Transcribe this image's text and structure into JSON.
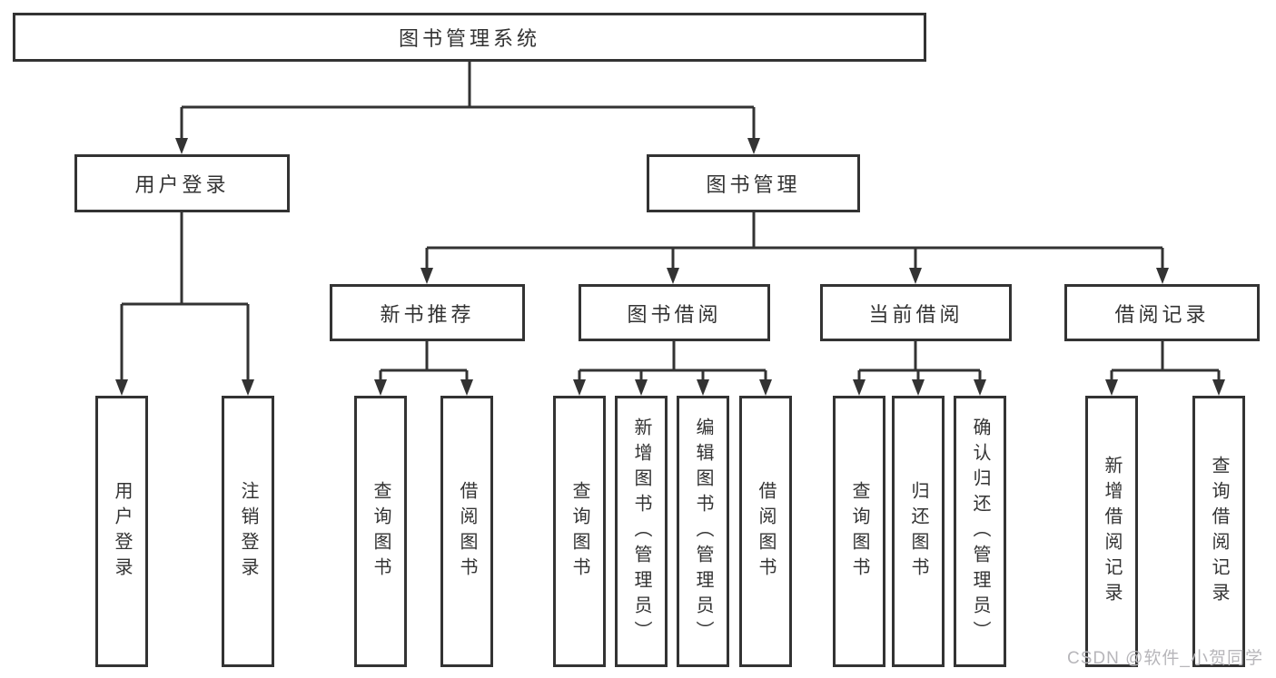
{
  "diagram": {
    "root": {
      "label": "图书管理系统"
    },
    "level2": [
      {
        "label": "用户登录"
      },
      {
        "label": "图书管理"
      }
    ],
    "level3": [
      {
        "label": "新书推荐"
      },
      {
        "label": "图书借阅"
      },
      {
        "label": "当前借阅"
      },
      {
        "label": "借阅记录"
      }
    ],
    "leaves": {
      "user_login": [
        {
          "label": "用户登录"
        },
        {
          "label": "注销登录"
        }
      ],
      "new_book": [
        {
          "label": "查询图书"
        },
        {
          "label": "借阅图书"
        }
      ],
      "book_borrow": [
        {
          "label": "查询图书"
        },
        {
          "label": "新增图书（管理员）"
        },
        {
          "label": "编辑图书（管理员）"
        },
        {
          "label": "借阅图书"
        }
      ],
      "current_borrow": [
        {
          "label": "查询图书"
        },
        {
          "label": "归还图书"
        },
        {
          "label": "确认归还（管理员）"
        }
      ],
      "borrow_records": [
        {
          "label": "新增借阅记录"
        },
        {
          "label": "查询借阅记录"
        }
      ]
    }
  },
  "watermark": {
    "text": "CSDN @软件_小贺同学"
  },
  "colors": {
    "line": "#333333",
    "text": "#333333",
    "box_background": "#ffffff",
    "watermark": "#b7b6ba"
  }
}
